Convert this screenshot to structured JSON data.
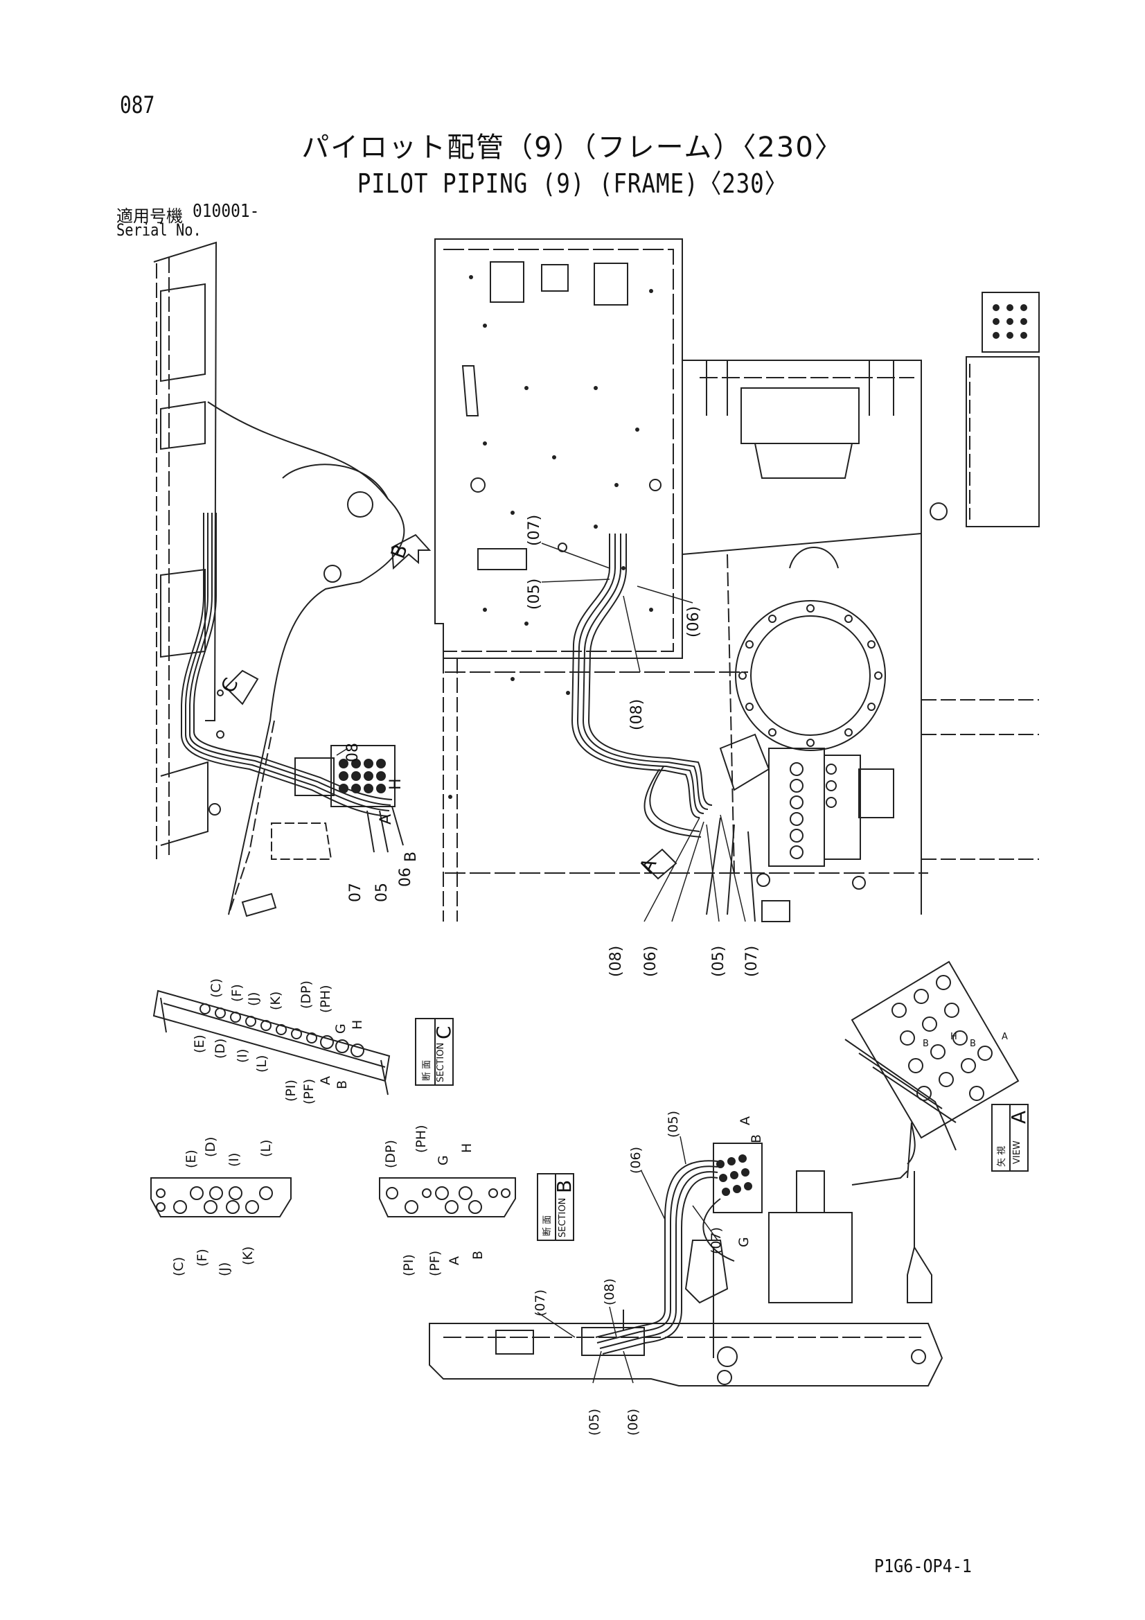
{
  "page_number": "087",
  "title_jp": "パイロット配管（9）（フレーム）〈230〉",
  "title_en": "PILOT PIPING (9) (FRAME)〈230〉",
  "serial_label_jp": "適用号機",
  "serial_label_en": "Serial No.",
  "serial_value": "010001-",
  "footer_code": "P1G6-OP4-1",
  "main_callouts": {
    "left_08": "08",
    "left_07": "07",
    "left_05": "05",
    "left_06": "06",
    "left_B": "B",
    "left_A": "A",
    "left_H": "H",
    "upper_07": "(07)",
    "upper_05": "(05)",
    "upper_06": "(06)",
    "upper_08": "(08)",
    "lower_08": "(08)",
    "lower_06": "(06)",
    "lower_05": "(05)",
    "lower_07": "(07)"
  },
  "view_markers": {
    "B": "B",
    "C": "C",
    "A": "A"
  },
  "section_c": {
    "jp": "断 面",
    "en": "SECTION",
    "letter": "C",
    "ports": [
      "(C)",
      "(F)",
      "(J)",
      "(K)",
      "(E)",
      "(D)",
      "(I)",
      "(L)",
      "(DP)",
      "(PH)",
      "G",
      "H",
      "(PI)",
      "(PF)",
      "A",
      "B"
    ]
  },
  "section_b": {
    "jp": "断 面",
    "en": "SECTION",
    "letter": "B",
    "top_ports": [
      "(E)",
      "(D)",
      "(I)",
      "(L)",
      "(DP)",
      "(PH)",
      "G",
      "H"
    ],
    "bottom_ports": [
      "(C)",
      "(F)",
      "(J)",
      "(K)",
      "(PI)",
      "(PF)",
      "A",
      "B"
    ]
  },
  "view_a": {
    "jp": "矢 視",
    "en": "VIEW",
    "letter": "A",
    "small": [
      "B",
      "H",
      "B",
      "A"
    ]
  },
  "detail_callouts": {
    "d_05a": "(05)",
    "d_06": "(06)",
    "d_07": "(07)",
    "d_A": "A",
    "d_B": "B",
    "d_G": "G",
    "b_07": "(07)",
    "b_08": "(08)",
    "b_05": "(05)",
    "b_06": "(06)"
  }
}
